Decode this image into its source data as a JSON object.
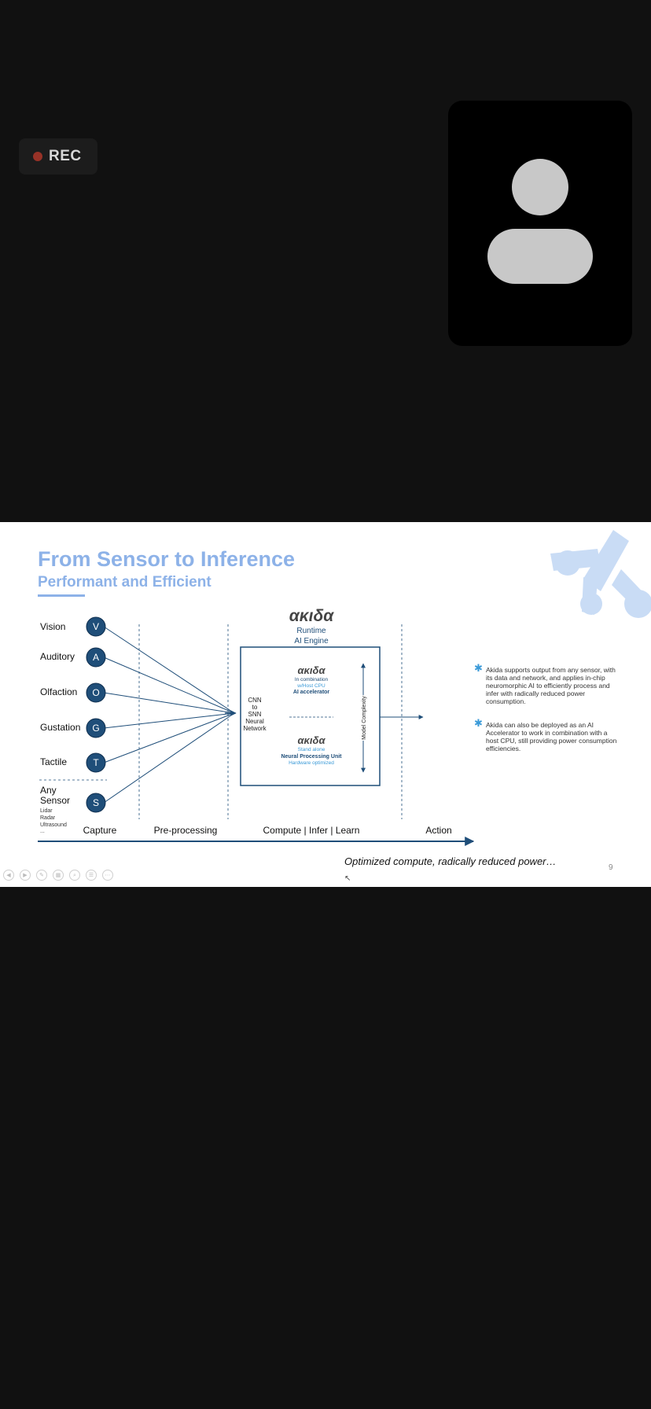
{
  "rec": {
    "label": "REC"
  },
  "slide": {
    "title": "From Sensor to Inference",
    "subtitle": "Performant and Efficient",
    "sensors": [
      {
        "name": "Vision",
        "letter": "V"
      },
      {
        "name": "Auditory",
        "letter": "A"
      },
      {
        "name": "Olfaction",
        "letter": "O"
      },
      {
        "name": "Gustation",
        "letter": "G"
      },
      {
        "name": "Tactile",
        "letter": "T"
      },
      {
        "name_line1": "Any",
        "name_line2": "Sensor",
        "letter": "S",
        "examples": [
          "Lidar",
          "Radar",
          "Ultrasound",
          "..."
        ]
      }
    ],
    "logo_text": "ακιδα",
    "runtime_line1": "Runtime",
    "runtime_line2": "AI Engine",
    "cnn_lines": [
      "CNN",
      "to",
      "SNN",
      "Neural",
      "Network"
    ],
    "accelerator": {
      "line1": "In combination",
      "line2": "w/Host CPU",
      "bold": "AI accelerator"
    },
    "npu": {
      "line1": "Stand alone",
      "bold": "Neural Processing Unit",
      "line2": "Hardware optimized"
    },
    "model_complexity": "Model Complexity",
    "stages": [
      "Capture",
      "Pre-processing",
      "Compute | Infer | Learn",
      "Action"
    ],
    "notes": [
      "Akida supports output from any sensor, with its data and network, and applies in-chip neuromorphic AI to efficiently process and infer with radically reduced power consumption.",
      "Akida can also be deployed as an AI Accelerator to work in combination with a host CPU, still providing power consumption efficiencies."
    ],
    "caption": "Optimized compute, radically reduced power…",
    "page_number": "9"
  },
  "colors": {
    "navy": "#1f4e79",
    "title_blue": "#8db2e8",
    "deco_blue": "#c9dcf5",
    "star_blue": "#3a9ad8"
  },
  "icons": {
    "toolbar": [
      "prev-icon",
      "next-icon",
      "pen-icon",
      "slides-icon",
      "zoom-icon",
      "subtitles-icon",
      "more-icon"
    ]
  }
}
